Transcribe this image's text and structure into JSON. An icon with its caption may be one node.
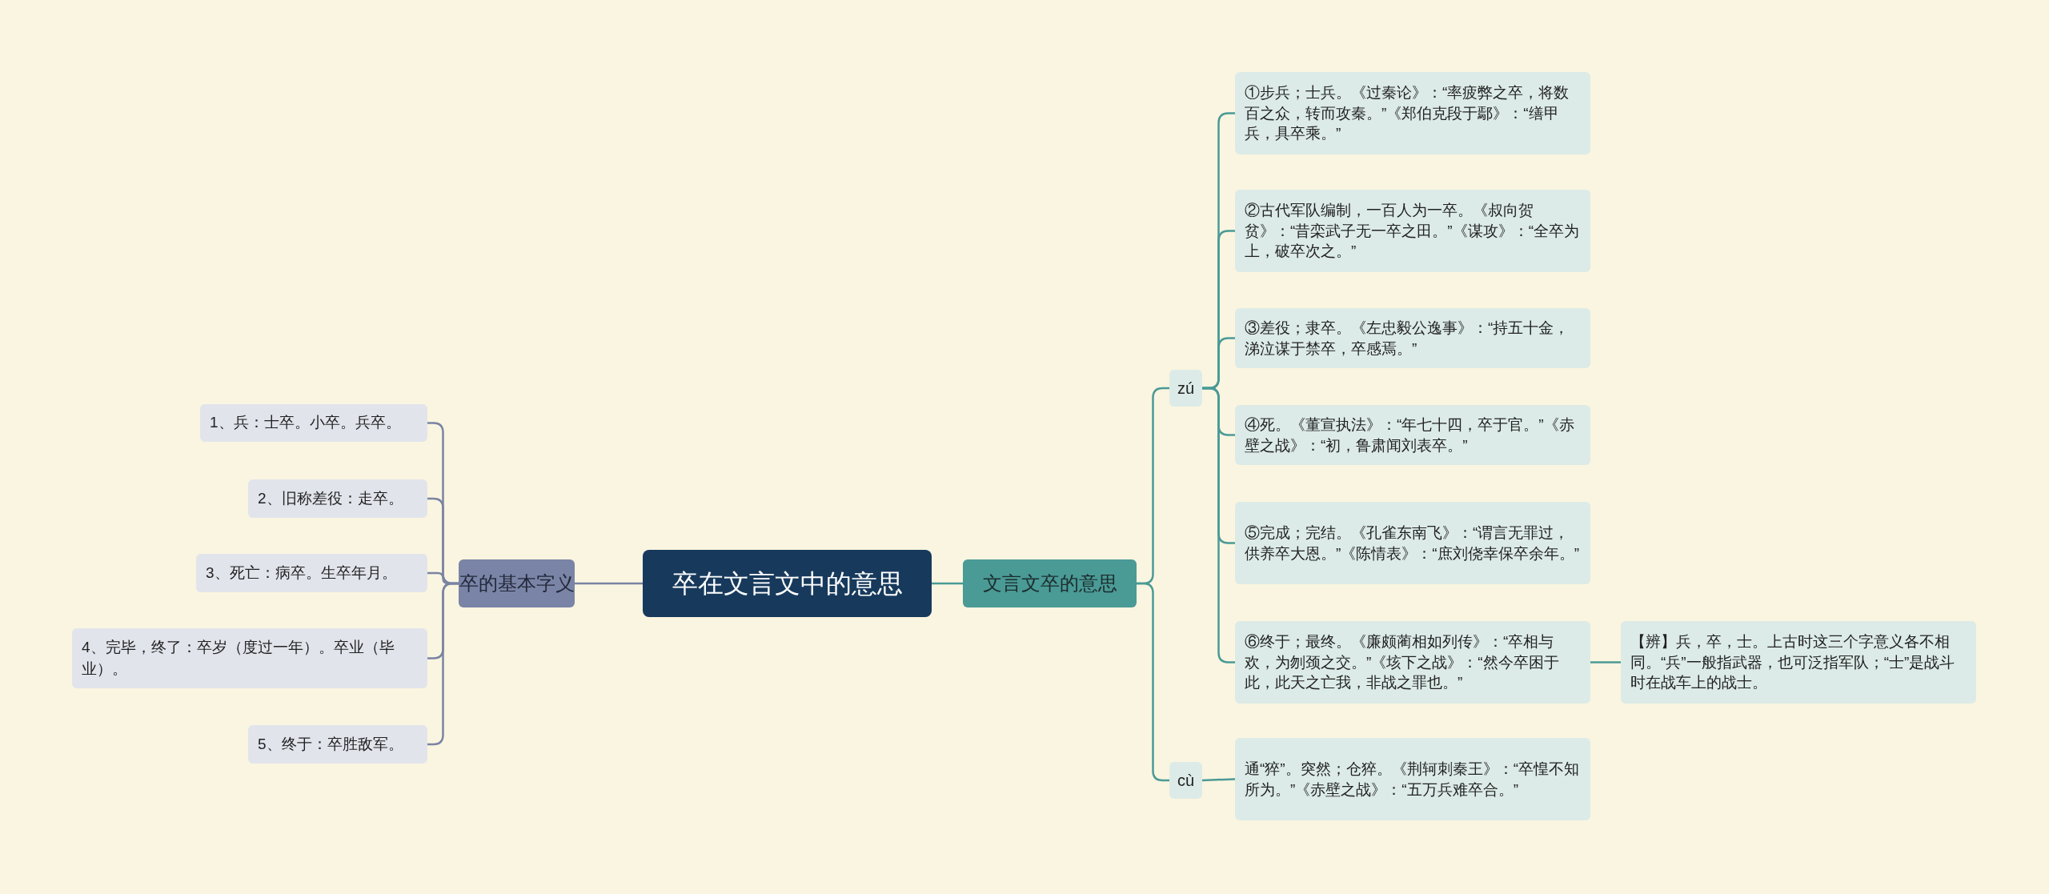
{
  "diagram": {
    "nodes": [
      {
        "text": [
          "卒在文言文中的意思"
        ]
      },
      {
        "text": [
          "卒的基本字义"
        ]
      },
      {
        "text": [
          "1、兵：士卒。小卒。兵卒。"
        ]
      },
      {
        "text": [
          "2、旧称差役：走卒。"
        ]
      },
      {
        "text": [
          "3、死亡：病卒。生卒年月。"
        ]
      },
      {
        "text": [
          "4、完毕，终了：卒岁（度过一年）。卒业（毕业）。"
        ]
      },
      {
        "text": [
          "5、终于：卒胜敌军。"
        ]
      },
      {
        "text": [
          "文言文卒的意思"
        ]
      },
      {
        "text": [
          "zú"
        ]
      },
      {
        "text": [
          "①步兵；士兵。《过秦论》：“率疲弊之卒，将数百之众，转而攻秦。”《郑伯克段于鄢》：“缮甲兵，具卒乘。”"
        ]
      },
      {
        "text": [
          "②古代军队编制，一百人为一卒。《叔向贺贫》：“昔栾武子无一卒之田。”《谋攻》：“全卒为上，破卒次之。”"
        ]
      },
      {
        "text": [
          "③差役；隶卒。《左忠毅公逸事》：“持五十金，涕泣谋于禁卒，卒感焉。”"
        ]
      },
      {
        "text": [
          "④死。《董宣执法》：“年七十四，卒于官。”《赤壁之战》：“初，鲁肃闻刘表卒。”"
        ]
      },
      {
        "text": [
          "⑤完成；完结。《孔雀东南飞》：“谓言无罪过，供养卒大恩。”《陈情表》：“庶刘侥幸保卒余年。”"
        ]
      },
      {
        "text": [
          "⑥终于；最终。《廉颇蔺相如列传》：“卒相与欢，为刎颈之交。”《垓下之战》：“然今卒困于此，此天之亡我，非战之罪也。”"
        ]
      },
      {
        "text": [
          "【辨】兵，卒，士。上古时这三个字意义各不相同。“兵”一般指武器，也可泛指军队；“士”是战斗时在战车上的战士。"
        ]
      },
      {
        "text": [
          "cù"
        ]
      },
      {
        "text": [
          "通“猝”。突然；仓猝。《荆轲刺秦王》：“卒惶不知所为。”《赤壁之战》：“五万兵难卒合。”"
        ]
      }
    ],
    "edges": [
      {
        "from": 0,
        "to": 1,
        "arrow": "none",
        "color": "#7a84a3"
      },
      {
        "from": 1,
        "to": 2,
        "arrow": "none",
        "color": "#7a84a3"
      },
      {
        "from": 1,
        "to": 3,
        "arrow": "none",
        "color": "#7a84a3"
      },
      {
        "from": 1,
        "to": 4,
        "arrow": "none",
        "color": "#7a84a3"
      },
      {
        "from": 1,
        "to": 5,
        "arrow": "none",
        "color": "#7a84a3"
      },
      {
        "from": 1,
        "to": 6,
        "arrow": "none",
        "color": "#7a84a3"
      },
      {
        "from": 0,
        "to": 7,
        "arrow": "none"
      },
      {
        "from": 7,
        "to": 8,
        "arrow": "none"
      },
      {
        "from": 8,
        "to": 9,
        "arrow": "none"
      },
      {
        "from": 8,
        "to": 10,
        "arrow": "none"
      },
      {
        "from": 8,
        "to": 11,
        "arrow": "none"
      },
      {
        "from": 8,
        "to": 12,
        "arrow": "none"
      },
      {
        "from": 8,
        "to": 13,
        "arrow": "none"
      },
      {
        "from": 8,
        "to": 14,
        "arrow": "none"
      },
      {
        "from": 14,
        "to": 15,
        "arrow": "none"
      },
      {
        "from": 7,
        "to": 16,
        "arrow": "none"
      },
      {
        "from": 16,
        "to": 17,
        "arrow": "none"
      }
    ]
  }
}
